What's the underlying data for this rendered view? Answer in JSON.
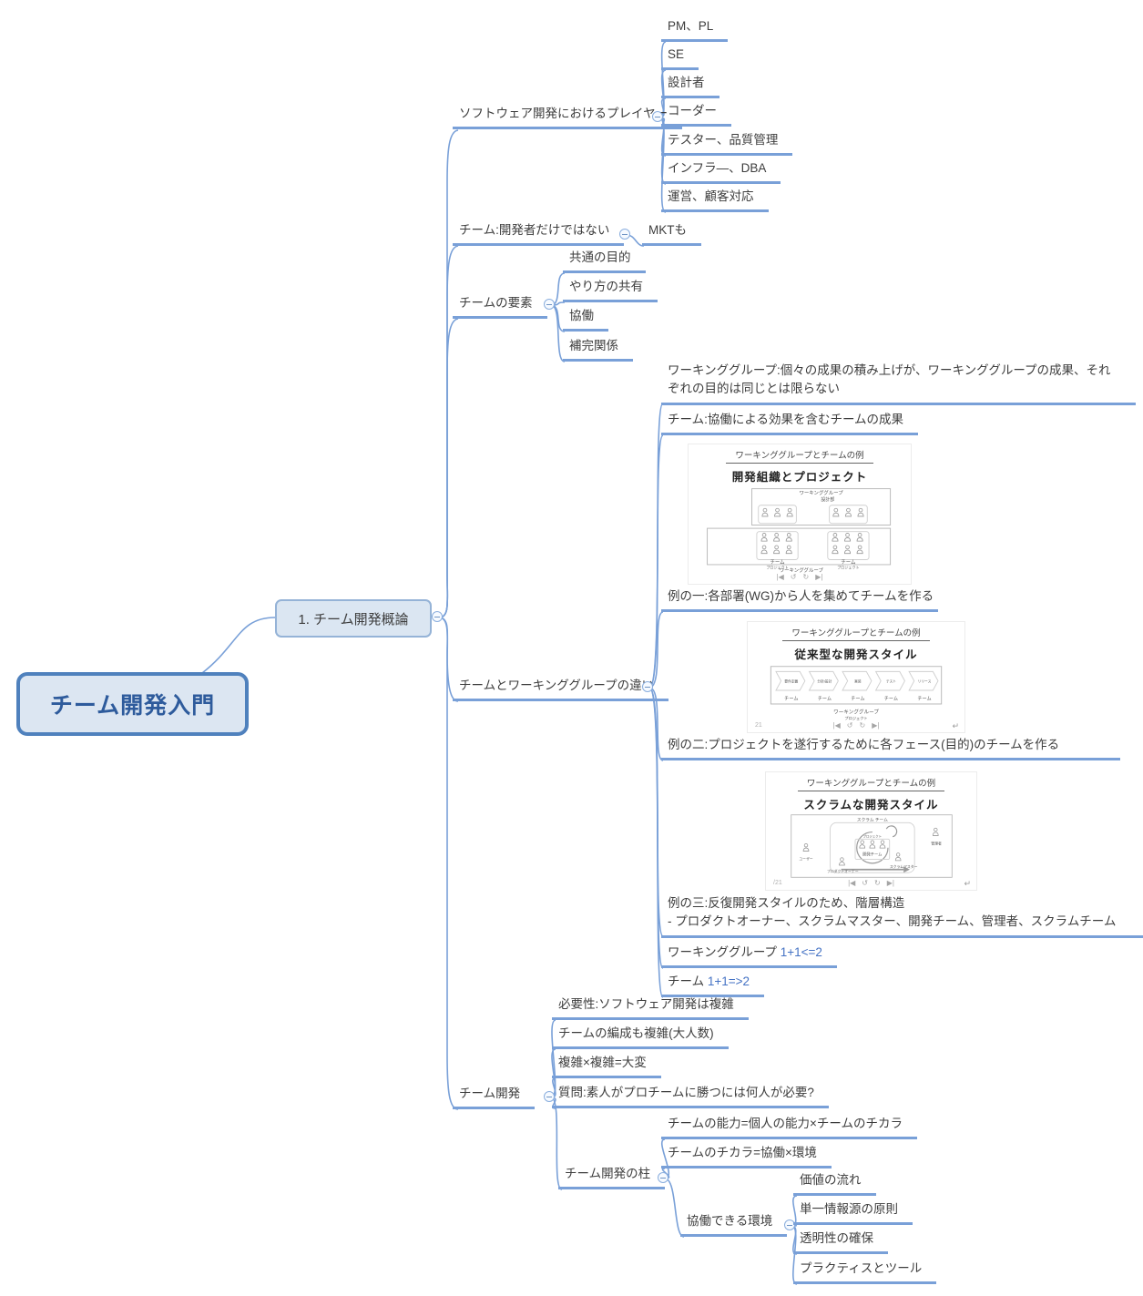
{
  "root": {
    "label": "チーム開発入門"
  },
  "main_topic": {
    "label": "1. チーム開発概論"
  },
  "branches": {
    "players": {
      "label": "ソフトウェア開発におけるプレイヤー",
      "items": [
        "PM、PL",
        "SE",
        "設計者",
        "コーダー",
        "テスター、品質管理",
        "インフラ―、DBA",
        "運営、顧客対応"
      ]
    },
    "not_only_dev": {
      "label": "チーム:開発者だけではない",
      "items": [
        "MKTも"
      ]
    },
    "elements": {
      "label": "チームの要素",
      "items": [
        "共通の目的",
        "やり方の共有",
        "協働",
        "補完関係"
      ]
    },
    "team_vs_wg": {
      "label": "チームとワーキンググループの違い",
      "wg_definition": "ワーキンググループ:個々の成果の積み上げが、ワーキンググループの成果、それぞれの目的は同じとは限らない",
      "team_definition": "チーム:協働による効果を含むチームの成果",
      "example1": "例の一:各部署(WG)から人を集めてチームを作る",
      "example2": "例の二:プロジェクトを遂行するために各フェース(目的)のチームを作る",
      "example3_line1": "例の三:反復開発スタイルのため、階層構造",
      "example3_line2": "- プロダクトオーナー、スクラムマスター、開発チーム、管理者、スクラムチーム",
      "wg_formula_label": "ワーキンググループ ",
      "wg_formula_value": "1+1<=2",
      "team_formula_label": "チーム ",
      "team_formula_value": "1+1=>2"
    },
    "team_dev": {
      "label": "チーム開発",
      "items": [
        "必要性:ソフトウェア開発は複雑",
        "チームの編成も複雑(大人数)",
        "複雑×複雑=大変",
        "質問:素人がプロチームに勝つには何人が必要?"
      ],
      "pillar": {
        "label": "チーム開発の柱",
        "items": [
          "チームの能力=個人の能力×チームのチカラ",
          "チームのチカラ=協働×環境"
        ],
        "environment": {
          "label": "協働できる環境",
          "items": [
            "価値の流れ",
            "単一情報源の原則",
            "透明性の確保",
            "プラクティスとツール"
          ]
        }
      }
    }
  },
  "slides": [
    {
      "header": "ワーキンググループとチームの例",
      "title": "開発組織とプロジェクト",
      "wg_label": "ワーキンググループ",
      "wg_dept": "設計部",
      "team_label": "チーム",
      "team_sub": "プロジェクト",
      "bottom_label": "ワーキンググループ"
    },
    {
      "header": "ワーキンググループとチームの例",
      "title": "従来型な開発スタイル",
      "phases": [
        "要件定義",
        "分析/設計",
        "実装",
        "テスト",
        "リリース"
      ],
      "phase_team": "チーム",
      "wg_label": "ワーキンググループ",
      "wg_sub": "プロジェクト",
      "page": "21"
    },
    {
      "header": "ワーキンググループとチームの例",
      "title": "スクラムな開発スタイル",
      "scrum_team": "スクラム チーム",
      "project": "プロジェクト",
      "dev_team": "開発チーム",
      "user": "ユーザー",
      "product_owner": "プロダクトオーナー",
      "scrum_master": "スクラムマスター",
      "admin": "管理者",
      "page": "/21"
    }
  ],
  "icons": {
    "prev": "|◀",
    "rotate_left": "↺",
    "rotate_right": "↻",
    "next": "▶|",
    "return": "↵"
  },
  "colors": {
    "branch": "#79a0d8",
    "formula_text": "#4472c4",
    "root_border": "#4f81bd",
    "node_fill": "#dbe6f2",
    "text": "#3d3d3d"
  }
}
